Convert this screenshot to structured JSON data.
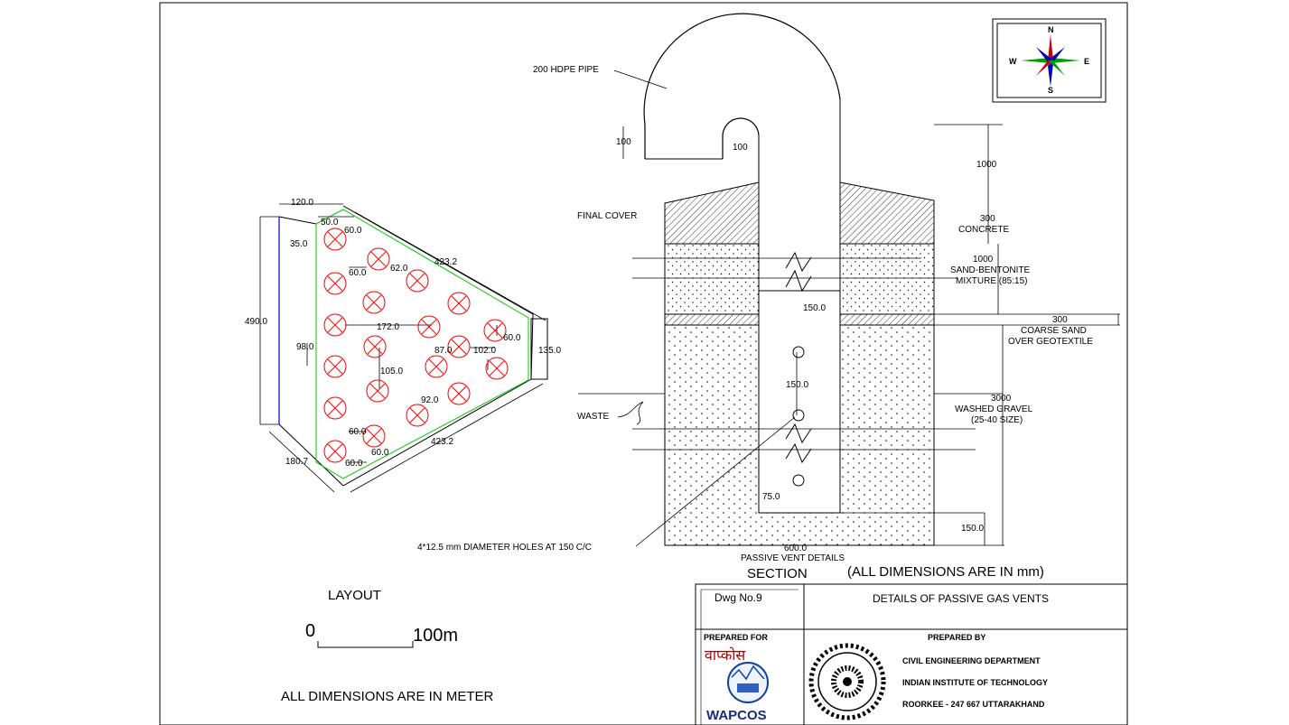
{
  "compass": {
    "n": "N",
    "s": "S",
    "e": "E",
    "w": "W"
  },
  "layout": {
    "dims": {
      "d120": "120.0",
      "d50": "50.0",
      "d60a": "60.0",
      "d35": "35.0",
      "d60b": "60.0",
      "d62": "62.0",
      "d4232a": "423.2",
      "d490": "490.0",
      "d172": "172.0",
      "d98": "98.0",
      "d87": "87.0",
      "d102": "102.0",
      "d60c": "60.0",
      "d135": "135.0",
      "d105": "105.0",
      "d92": "92.0",
      "d60d": "60.0",
      "d60e": "60.0",
      "d60f": "60.0",
      "d4232b": "423.2",
      "d1807": "180.7"
    },
    "title": "LAYOUT",
    "scale_zero": "0",
    "scale_end": "100m",
    "units_note": "ALL DIMENSIONS ARE IN METER"
  },
  "section": {
    "pipe_label": "200 HDPE PIPE",
    "d100a": "100",
    "d100b": "100",
    "final_cover": "FINAL COVER",
    "waste": "WASTE",
    "holes_note": "4*12.5 mm DIAMETER HOLES AT 150 C/C",
    "d1000a": "1000",
    "d300a": "300",
    "concrete": "CONCRETE",
    "d1000b": "1000",
    "sand_bent1": "SAND-BENTONITE",
    "sand_bent2": "MIXTURE (85:15)",
    "d150a": "150.0",
    "d300b": "300",
    "coarse1": "COARSE SAND",
    "coarse2": "OVER GEOTEXTILE",
    "d150b": "150.0",
    "d3000": "3000",
    "gravel1": "WASHED GRAVEL",
    "gravel2": "(25-40 SIZE)",
    "d75": "75.0",
    "d150c": "150.0",
    "d600": "600.0",
    "caption": "PASSIVE VENT DETAILS",
    "title": "SECTION",
    "units_note": "(ALL DIMENSIONS ARE IN mm)"
  },
  "title_block": {
    "dwg_no": "Dwg No.9",
    "drawing_title": "DETAILS OF PASSIVE GAS VENTS",
    "prepared_for": "PREPARED FOR",
    "prepared_by": "PREPARED BY",
    "client_hindi": "वाप्कोस",
    "client_name": "WAPCOS",
    "org_line1": "CIVIL ENGINEERING DEPARTMENT",
    "org_line2": "INDIAN INSTITUTE OF TECHNOLOGY",
    "org_line3": "ROORKEE - 247 667 UTTARAKHAND"
  },
  "colors": {
    "outline": "#000000",
    "boundary": "#00cc00",
    "wells": "#ff0000",
    "side": "#0000cc"
  }
}
